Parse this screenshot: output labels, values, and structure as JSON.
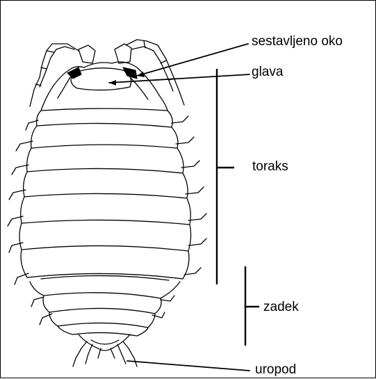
{
  "labels": {
    "compound_eye": "sestavljeno oko",
    "head": "glava",
    "thorax": "toraks",
    "abdomen": "zadek",
    "uropod": "uropod"
  },
  "colors": {
    "ink": "#000000",
    "background": "#ffffff"
  }
}
